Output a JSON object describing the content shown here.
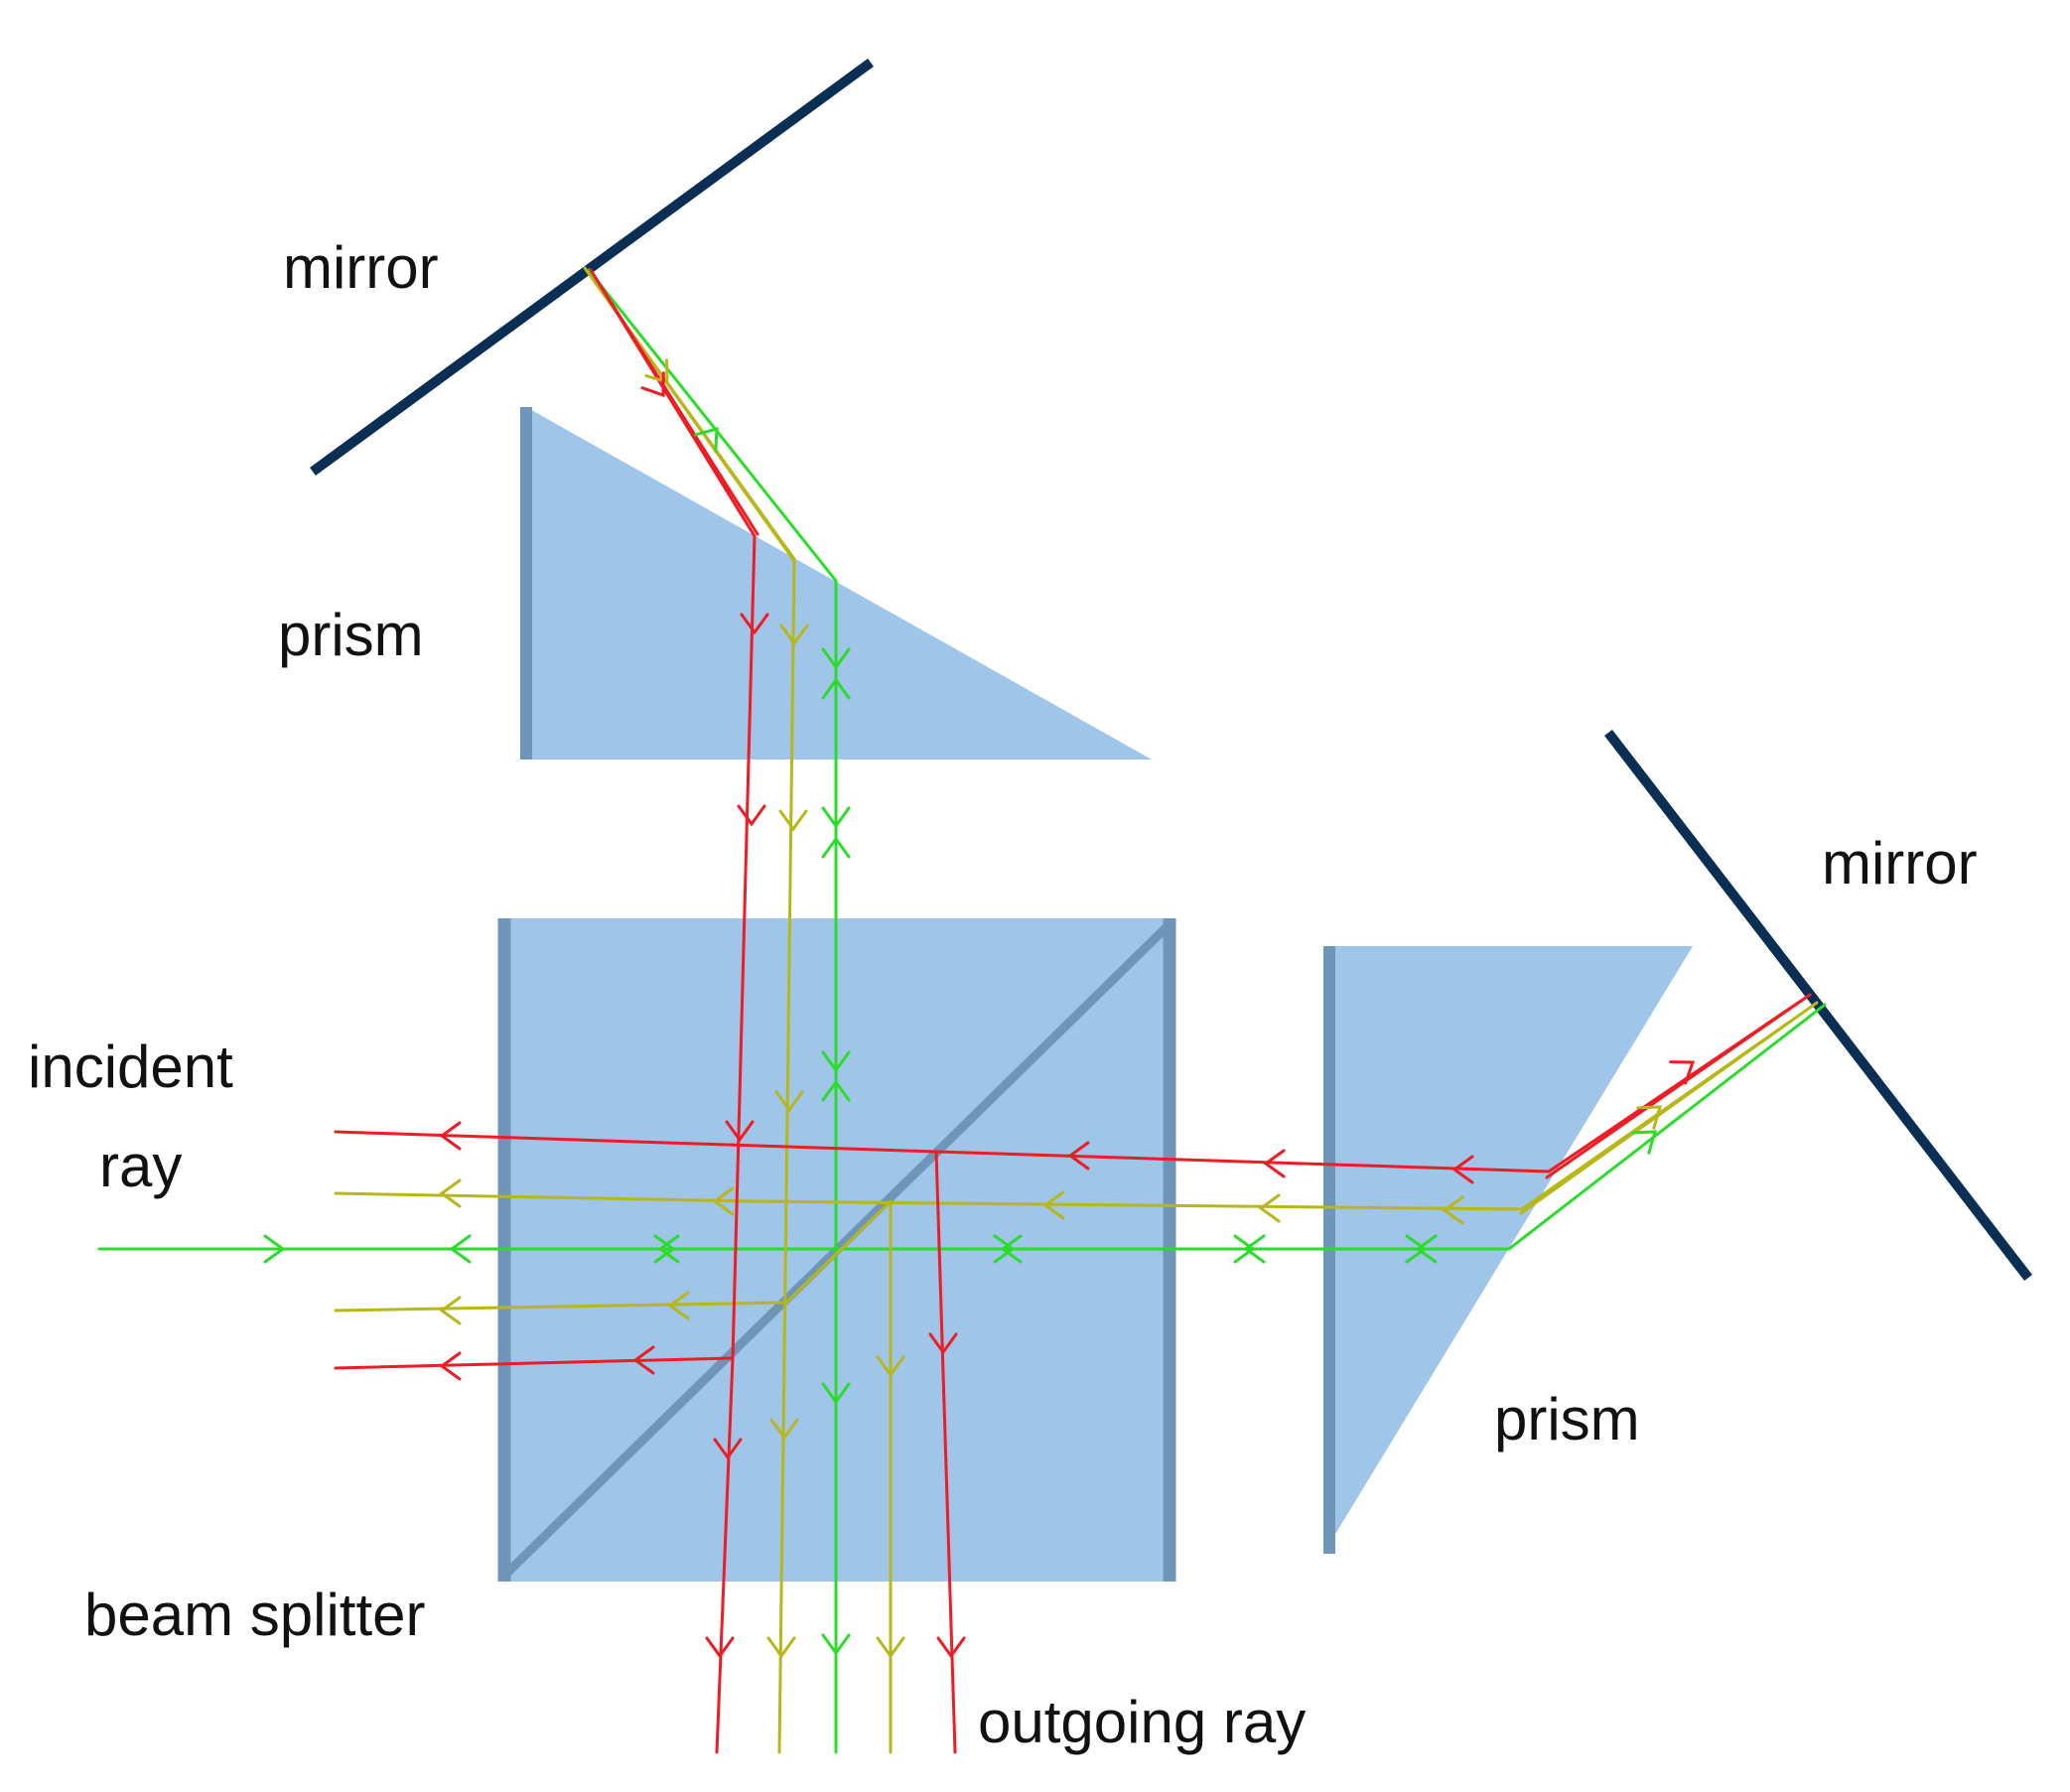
{
  "labels": {
    "mirror_top": "mirror",
    "prism_top": "prism",
    "mirror_right": "mirror",
    "prism_right": "prism",
    "incident_line1": "incident",
    "incident_line2": "ray",
    "beam_splitter": "beam splitter",
    "outgoing": "outgoing ray"
  },
  "colors": {
    "glass_fill": "#9fc5e8",
    "glass_edge": "#6f95b8",
    "mirror": "#0b2e55",
    "ray_red": "#ee1c25",
    "ray_yellow": "#b7b71a",
    "ray_green": "#2bdc2b"
  }
}
